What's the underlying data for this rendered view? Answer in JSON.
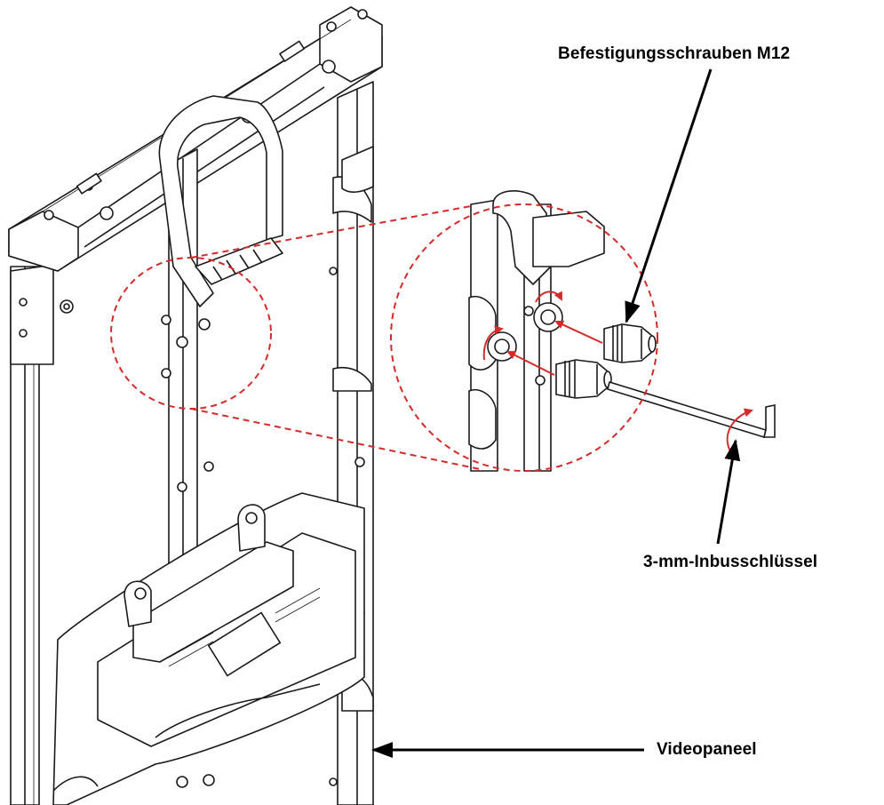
{
  "labels": {
    "mounting_screws": "Befestigungsschrauben M12",
    "hex_key": "3-mm-Inbusschlüssel",
    "video_panel": "Videopaneel"
  },
  "colors": {
    "line_art": "#1a1a1a",
    "detail_callout": "#d42a2a",
    "pointer": "#000000",
    "background": "#ffffff"
  },
  "icons": {
    "rotation_indicator": "curved-arrow"
  }
}
